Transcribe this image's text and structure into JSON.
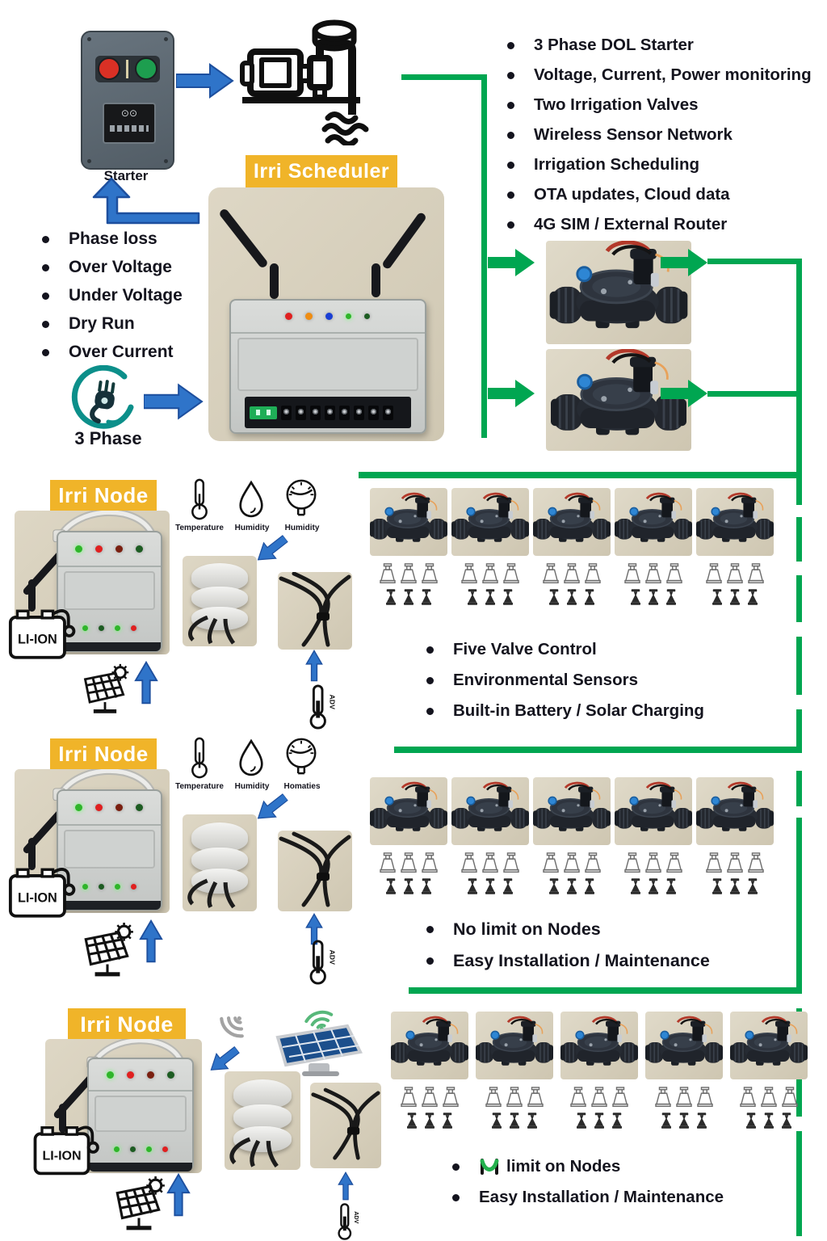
{
  "colors": {
    "green": "#00a651",
    "blue": "#2f74c9",
    "blue_dark": "#1d4f9e",
    "yellow": "#f0b429",
    "ink": "#14141e",
    "teal": "#0c8f8a"
  },
  "top": {
    "starter_caption": "Starter",
    "scheduler_badge": "Irri Scheduler",
    "features": [
      "3 Phase DOL Starter",
      "Voltage, Current, Power monitoring",
      "Two Irrigation Valves",
      "Wireless Sensor Network",
      "Irrigation Scheduling",
      "OTA updates, Cloud data",
      "4G SIM / External Router"
    ],
    "protections": [
      "Phase loss",
      "Over Voltage",
      "Under Voltage",
      "Dry Run",
      "Over Current"
    ],
    "power_label": "3 Phase"
  },
  "misc": {
    "battery": "LI-ION",
    "probe_tag": "ADV"
  },
  "nodes": [
    {
      "badge": "Irri Node",
      "sensors": [
        "Temperature",
        "Humidity",
        "Humidity"
      ],
      "valve_count": 5,
      "bullets": [
        "Five Valve Control",
        "Environmental Sensors",
        "Built-in Battery / Solar Charging"
      ]
    },
    {
      "badge": "Irri Node",
      "sensors": [
        "Temperature",
        "Humidity",
        "Homaties"
      ],
      "valve_count": 5,
      "bullets": [
        "No limit on Nodes",
        "Easy Installation / Maintenance"
      ]
    },
    {
      "badge": "Irri Node",
      "valve_count": 5,
      "bullets": [
        "limit on Nodes",
        "Easy Installation / Maintenance"
      ]
    }
  ]
}
